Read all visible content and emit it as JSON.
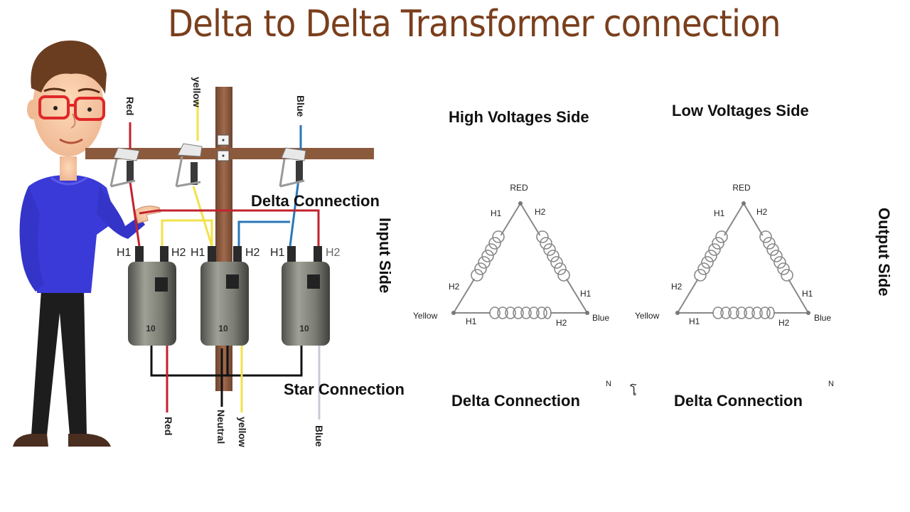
{
  "title": "Delta to  Delta  Transformer connection",
  "left_panel": {
    "input_wire_labels": [
      "Red",
      "yellow",
      "Blue"
    ],
    "output_wire_labels": [
      "Red",
      "Neutral",
      "yellow",
      "Blue"
    ],
    "delta_connection_label": "Delta Connection",
    "star_connection_label": "Star Connection",
    "input_side_label": "Input Side",
    "terminal_labels": [
      "H1",
      "H2",
      "H1",
      "H2",
      "H1",
      "H2"
    ],
    "transformer_badge": "10"
  },
  "high_side": {
    "heading": "High Voltages Side",
    "top_label": "RED",
    "left_label": "Yellow",
    "right_label": "Blue",
    "terminals": [
      "H1",
      "H2",
      "H2",
      "H1",
      "H1",
      "H2"
    ],
    "caption": "Delta Connection",
    "note": "N"
  },
  "low_side": {
    "heading": "Low Voltages Side",
    "top_label": "RED",
    "left_label": "Yellow",
    "right_label": "Blue",
    "terminals": [
      "H1",
      "H2",
      "H2",
      "H1",
      "H1",
      "H2"
    ],
    "caption": "Delta Connection",
    "note": "N"
  },
  "stray_mark": "โ",
  "output_side_label": "Output Side",
  "colors": {
    "title": "#7a3f1c",
    "red_wire": "#c2222e",
    "yellow_wire": "#f2e24a",
    "blue_wire": "#2a77b8",
    "neutral_wire": "#111111",
    "pole": "#8b5a3c",
    "shirt": "#3a3ad8"
  }
}
